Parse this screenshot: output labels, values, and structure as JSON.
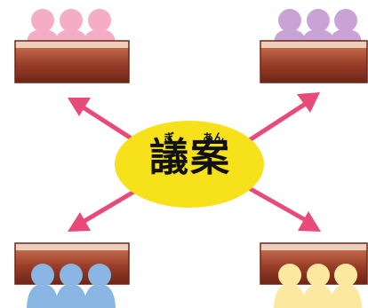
{
  "title": {
    "text": "議案",
    "furigana": [
      "ぎ",
      "あん"
    ]
  },
  "groups": [
    {
      "id": "top-left",
      "color": "#f4adc4"
    },
    {
      "id": "top-right",
      "color": "#caa3d6"
    },
    {
      "id": "bottom-left",
      "color": "#8ab6e3"
    },
    {
      "id": "bottom-right",
      "color": "#fde8a0"
    }
  ],
  "colors": {
    "ellipse": "#f6e11b",
    "arrow": "#e84a7a",
    "desk_top": "#ecd0bc",
    "desk_body": "#9a3f2a",
    "desk_dark": "#6f2516"
  }
}
